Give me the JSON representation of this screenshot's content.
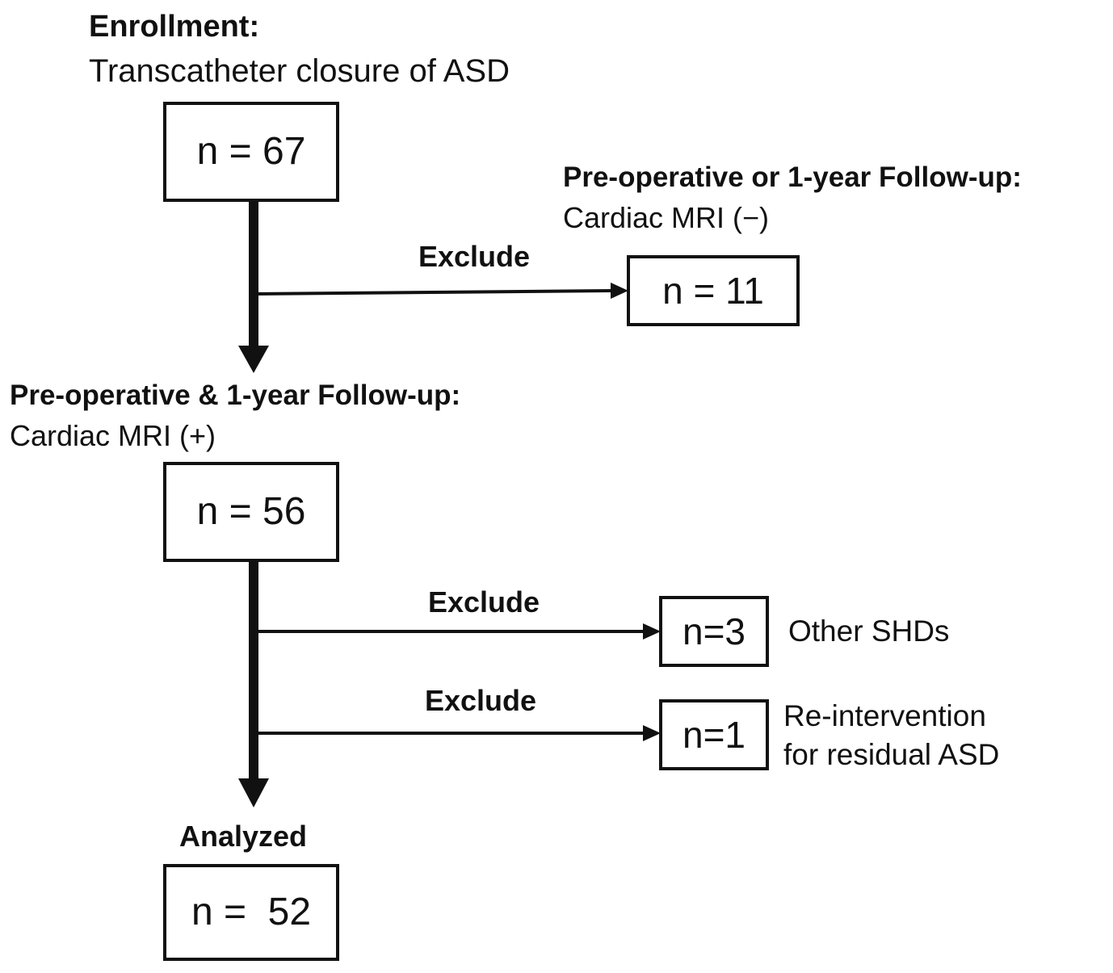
{
  "enrollment": {
    "heading": "Enrollment:",
    "subheading": "Transcatheter closure of ASD",
    "count": "n = 67"
  },
  "exclusion_mri": {
    "heading": "Pre-operative or 1-year  Follow-up:",
    "subheading": "Cardiac MRI (−)",
    "action": "Exclude",
    "count": "n = 11"
  },
  "included_mri": {
    "heading": "Pre-operative & 1-year Follow-up:",
    "subheading": "Cardiac MRI (+)",
    "count": "n = 56"
  },
  "exclusion_shd": {
    "action": "Exclude",
    "count": "n=3",
    "reason": "Other SHDs"
  },
  "exclusion_reintervention": {
    "action": "Exclude",
    "count": "n=1",
    "reason_line1": "Re-intervention",
    "reason_line2": "for residual ASD"
  },
  "analyzed": {
    "heading": "Analyzed",
    "count": "n =  52"
  },
  "colors": {
    "line": "#111111",
    "background": "#ffffff"
  }
}
